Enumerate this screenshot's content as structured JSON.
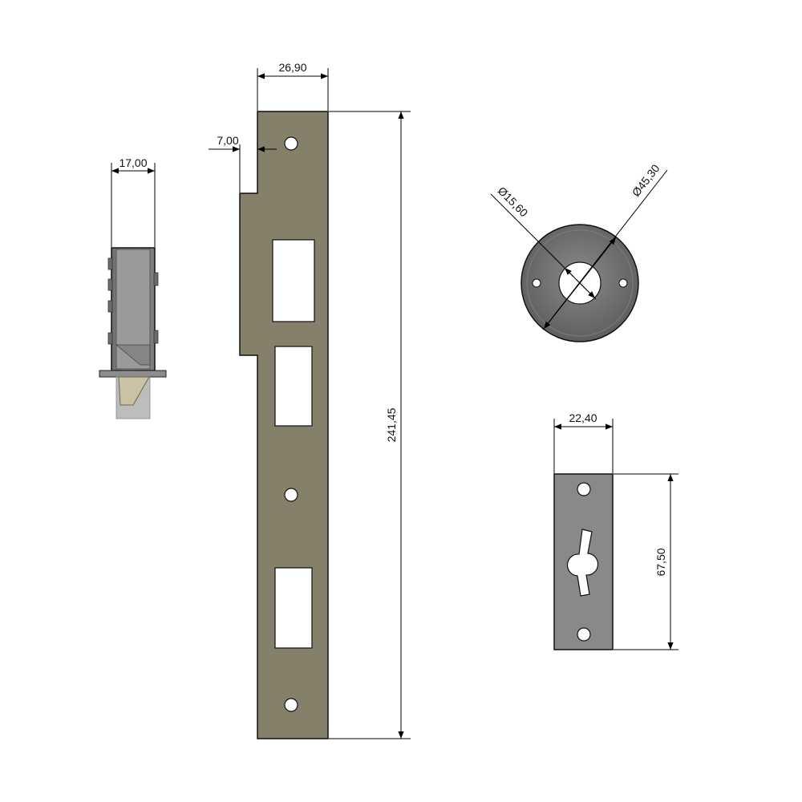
{
  "dimensions": {
    "lock_body_width": "17,00",
    "strike_plate_width": "26,90",
    "strike_notch_width": "7,00",
    "strike_plate_height": "241,45",
    "rosette_hole_diameter": "Ø15,60",
    "rosette_outer_diameter": "Ø45,30",
    "escutcheon_width": "22,40",
    "escutcheon_height": "67,50"
  },
  "colors": {
    "strike_plate": "#858069",
    "lock_body": "#8e8e8e",
    "latch_bolt": "#c9c2a4",
    "rosette": "#6e6e6e",
    "escutcheon": "#898989",
    "background": "#ffffff"
  },
  "icons": {
    "arrowhead": "arrowhead-icon"
  }
}
